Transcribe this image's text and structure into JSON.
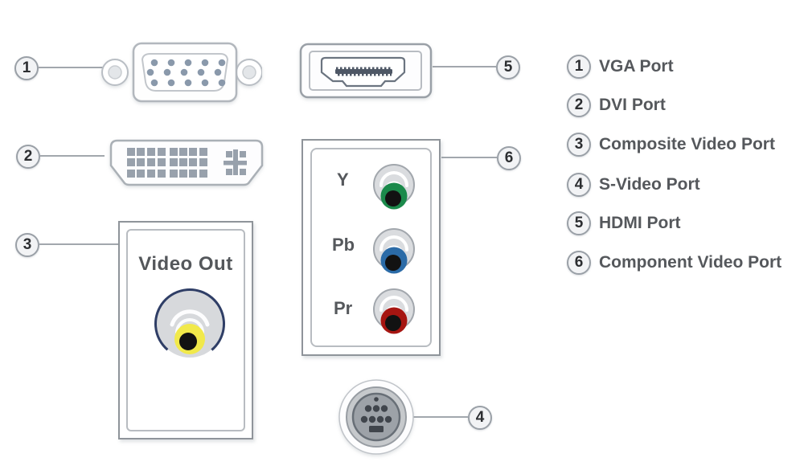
{
  "diagram": {
    "connectors": {
      "vga": {
        "number": "1",
        "name": "VGA Port"
      },
      "dvi": {
        "number": "2",
        "name": "DVI Port"
      },
      "composite": {
        "number": "3",
        "name": "Composite Video Port",
        "panel_label": "Video Out"
      },
      "svideo": {
        "number": "4",
        "name": "S-Video Port"
      },
      "hdmi": {
        "number": "5",
        "name": "HDMI Port"
      },
      "component": {
        "number": "6",
        "name": "Component Video Port",
        "jack_labels": [
          "Y",
          "Pb",
          "Pr"
        ]
      }
    },
    "legend": {
      "items": [
        {
          "number": "1",
          "label": "VGA Port"
        },
        {
          "number": "2",
          "label": "DVI Port"
        },
        {
          "number": "3",
          "label": "Composite Video Port"
        },
        {
          "number": "4",
          "label": "S-Video Port"
        },
        {
          "number": "5",
          "label": "HDMI Port"
        },
        {
          "number": "6",
          "label": "Component Video Port"
        }
      ]
    },
    "colors": {
      "composite_jack_yellow": "#f1e94a",
      "composite_ring_navy": "#2f3e66",
      "component_jack_green": "#1b8a4b",
      "component_jack_blue": "#2b6ba7",
      "component_jack_red": "#a61511"
    }
  }
}
